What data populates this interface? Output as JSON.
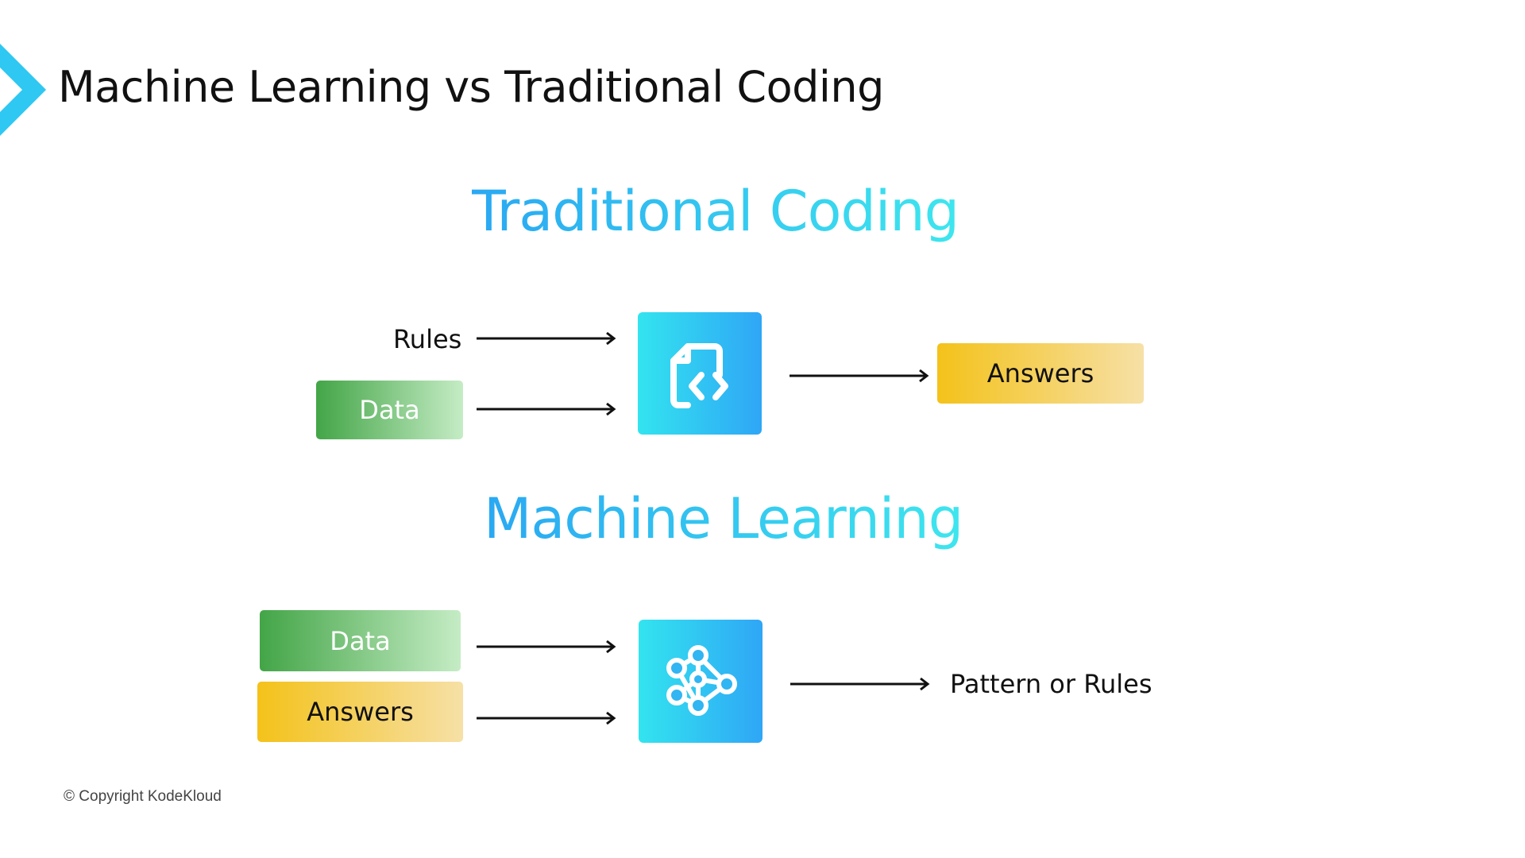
{
  "header": {
    "title": "Machine Learning vs Traditional Coding"
  },
  "traditional": {
    "heading": "Traditional Coding",
    "rules_label": "Rules",
    "data_label": "Data",
    "answers_label": "Answers",
    "icon": "code-file-icon"
  },
  "ml": {
    "heading": "Machine Learning",
    "data_label": "Data",
    "answers_label": "Answers",
    "output_label": "Pattern or Rules",
    "icon": "neural-network-icon"
  },
  "footer": {
    "copyright": "© Copyright KodeKloud"
  },
  "colors": {
    "accent": "#2aa8f2",
    "green": "#43a547",
    "yellow": "#f4c21a"
  }
}
